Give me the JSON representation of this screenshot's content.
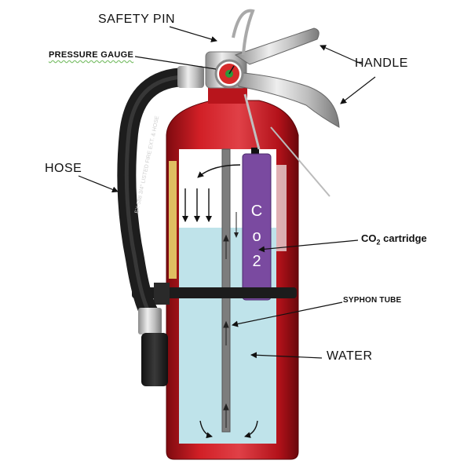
{
  "labels": {
    "safety_pin": "SAFETY PIN",
    "pressure_gauge": "PRESSURE  GAUGE",
    "handle": "HANDLE",
    "hose": "HOSE",
    "co2_main": "CO",
    "co2_sub": "2",
    "co2_rest": " cartridge",
    "syphon_tube": "SYPHON TUBE",
    "water": "WATER"
  },
  "cartridge_text": [
    "C",
    "o",
    "2"
  ],
  "hose_print": "EX 588 3/4\"   LISTED FIRE EXT. & HOSE",
  "colors": {
    "cylinder": "#c8161d",
    "water": "#bfe3ea",
    "cartridge": "#7a4aa0",
    "tube": "#7d7d7d",
    "hose": "#222222",
    "metal": "#c9c9c9"
  }
}
